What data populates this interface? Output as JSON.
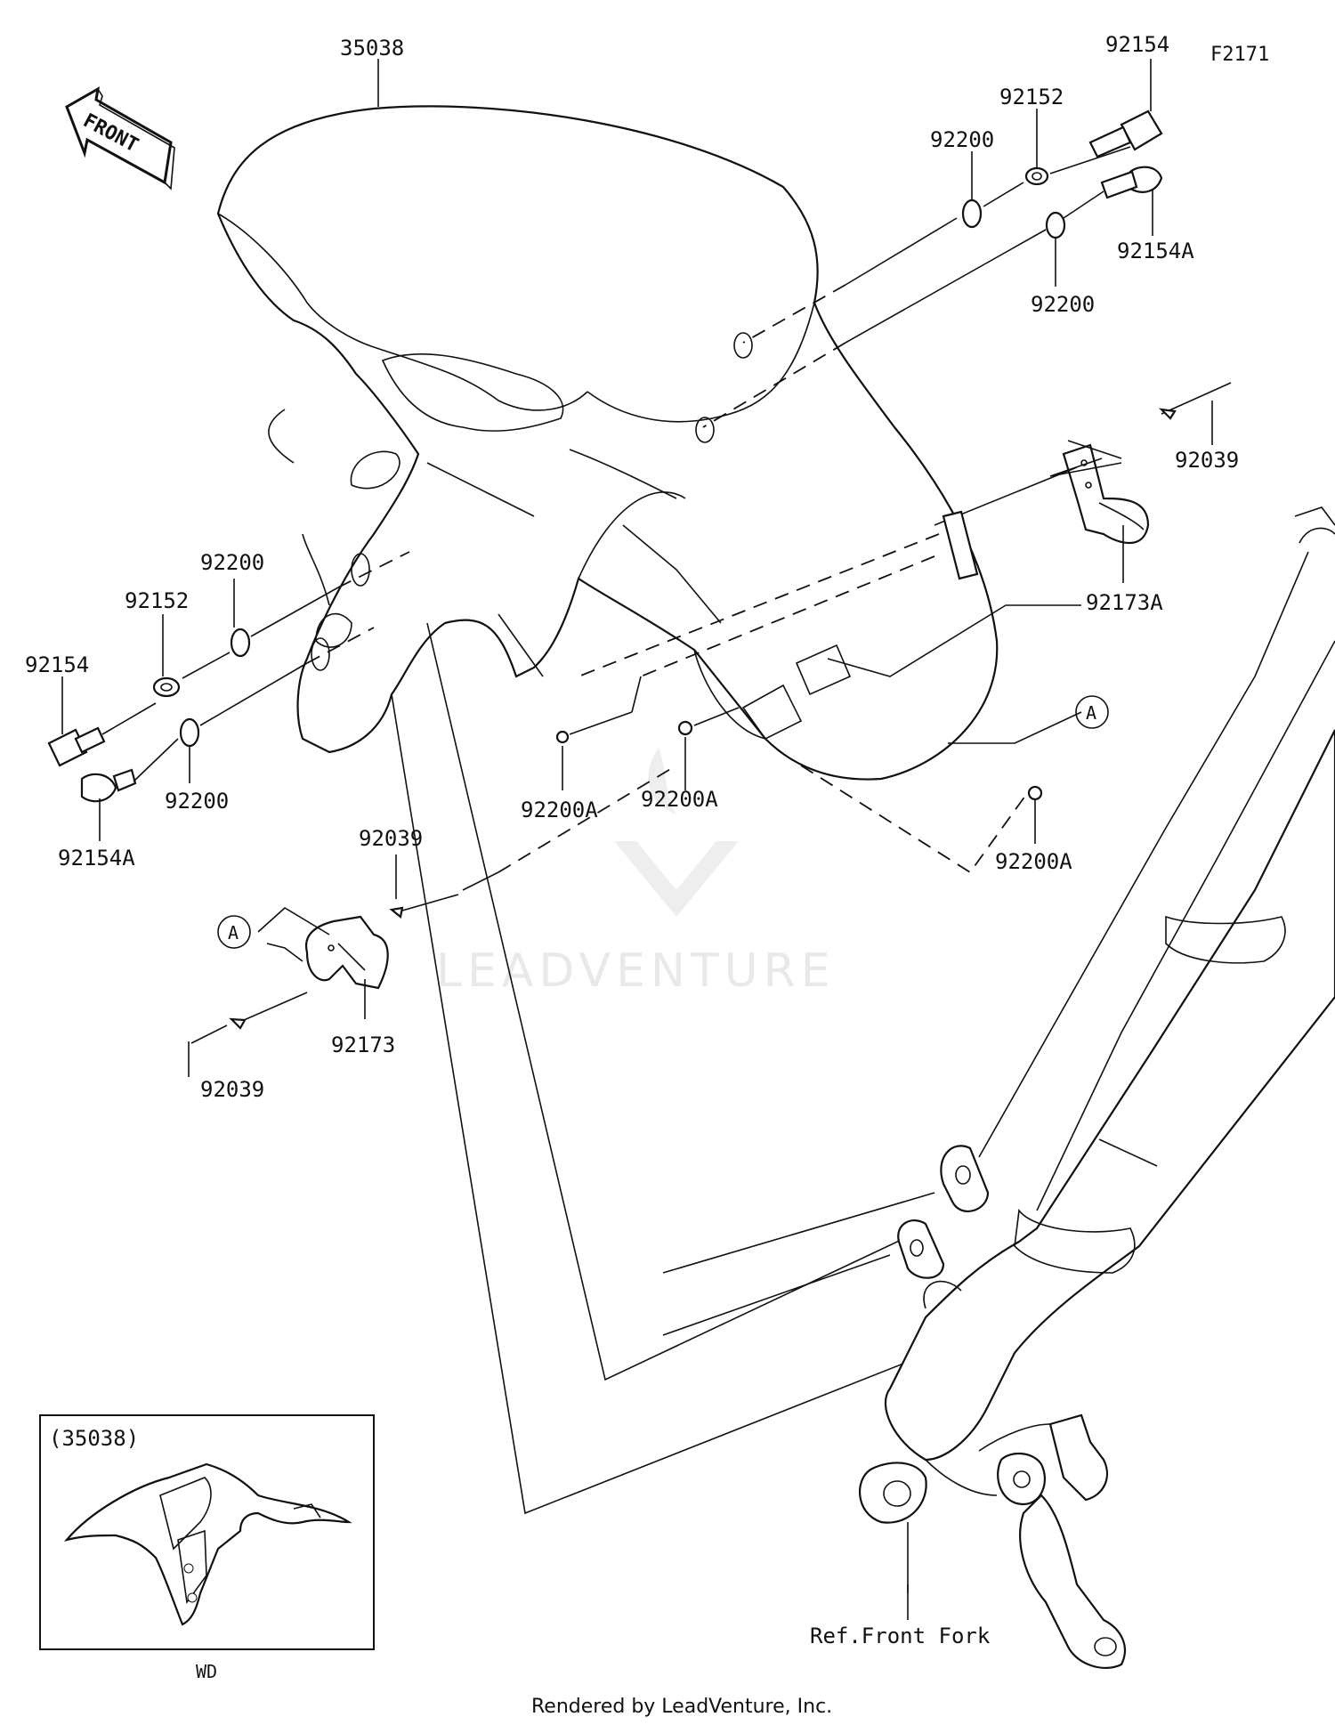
{
  "diagram_code": "F2171",
  "front_label": "FRONT",
  "callouts": {
    "fender": "35038",
    "bolt_top": "92154",
    "washer_top": "92152",
    "ring_top_left": "92200",
    "bolt_a_top": "92154A",
    "ring_top_right": "92200",
    "rivet_right": "92039",
    "clamp_right": "92173A",
    "ref_a_right": "A",
    "ring_left_upper": "92200",
    "washer_left": "92152",
    "bolt_left": "92154",
    "ring_left_lower": "92200",
    "bolt_a_left": "92154A",
    "nut_a_1": "92200A",
    "nut_a_2": "92200A",
    "nut_a_3": "92200A",
    "rivet_left_top": "92039",
    "ref_a_left": "A",
    "clamp_left": "92173",
    "rivet_left_bottom": "92039",
    "ref_fork": "Ref.Front Fork"
  },
  "inset": {
    "title": "(35038)",
    "variant": "WD"
  },
  "watermark": "LEADVENTURE",
  "footer": "Rendered by LeadVenture, Inc."
}
